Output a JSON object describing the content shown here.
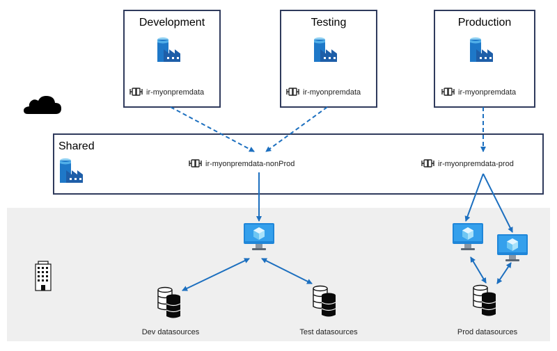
{
  "environments": [
    {
      "title": "Development",
      "ir_label": "ir-myonpremdata"
    },
    {
      "title": "Testing",
      "ir_label": "ir-myonpremdata"
    },
    {
      "title": "Production",
      "ir_label": "ir-myonpremdata"
    }
  ],
  "shared": {
    "title": "Shared",
    "ir_nonprod": "ir-myonpremdata-nonProd",
    "ir_prod": "ir-myonpremdata-prod"
  },
  "datasources": [
    {
      "label": "Dev datasources"
    },
    {
      "label": "Test datasources"
    },
    {
      "label": "Prod datasources"
    }
  ],
  "colors": {
    "box_border": "#2f3a5c",
    "arrow": "#1c6fbf",
    "factory_blue": "#1e78c8",
    "onprem_bg": "#efefef",
    "monitor_blue": "#1f86d9"
  },
  "icons": [
    "data-factory-icon",
    "self-hosted-ir-icon",
    "cloud-icon",
    "building-icon",
    "virtual-machine-icon",
    "database-icon"
  ]
}
